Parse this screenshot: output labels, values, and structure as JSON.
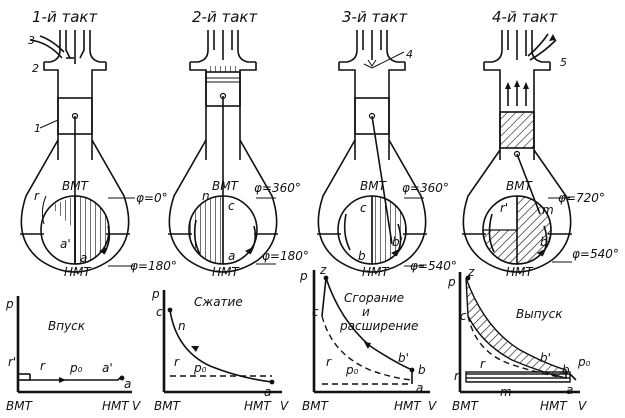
{
  "strokes": [
    {
      "title": "1-й такт",
      "angle_top": "φ=0°",
      "angle_bottom": "φ=180°",
      "process": "Впуск"
    },
    {
      "title": "2-й такт",
      "angle_top": "φ=360°",
      "angle_bottom": "φ=180°",
      "process": "Сжатие"
    },
    {
      "title": "3-й такт",
      "angle_top": "φ=360°",
      "angle_bottom": "φ=540°",
      "process": "Сгорание и расширение"
    },
    {
      "title": "4-й такт",
      "angle_top": "φ=720°",
      "angle_bottom": "φ=540°",
      "process": "Выпуск"
    }
  ],
  "callouts": [
    "1",
    "2",
    "3",
    "4",
    "5"
  ],
  "dead_points": {
    "top": "ВМТ",
    "bottom": "НМТ"
  },
  "crank_points": [
    "r",
    "a",
    "a'",
    "c",
    "n",
    "b",
    "b'",
    "m",
    "r'",
    "z"
  ],
  "axes": {
    "pressure": "p",
    "volume": "V",
    "left": "ВМТ",
    "right": "НМТ"
  },
  "pressure_level": "p₀",
  "combustion_and": "и",
  "combustion_expansion": "расширение",
  "process_first_word": "Сгорание"
}
